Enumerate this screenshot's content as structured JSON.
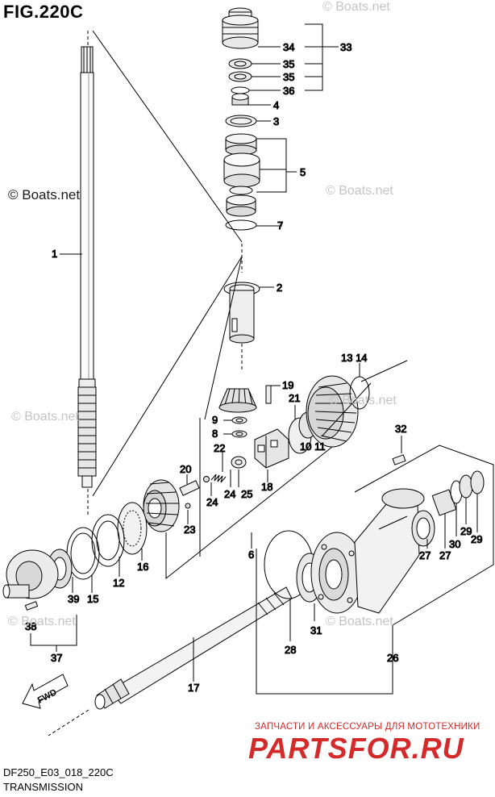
{
  "figure": {
    "title": "FIG.220C",
    "code": "DF250_E03_018_220C",
    "name": "TRANSMISSION"
  },
  "watermarks": {
    "boats": "© Boats.net"
  },
  "brand": {
    "line": "ЗАПЧАСТИ И АКСЕССУАРЫ ДЛЯ МОТОТЕХНИКИ",
    "logo": "PARTSFOR.RU",
    "color": "#d42a2a"
  },
  "fwd_label": "FWD",
  "callouts": [
    {
      "id": "c34",
      "text": "34"
    },
    {
      "id": "c33",
      "text": "33"
    },
    {
      "id": "c35a",
      "text": "35"
    },
    {
      "id": "c35b",
      "text": "35"
    },
    {
      "id": "c36",
      "text": "36"
    },
    {
      "id": "c4",
      "text": "4"
    },
    {
      "id": "c3",
      "text": "3"
    },
    {
      "id": "c5",
      "text": "5"
    },
    {
      "id": "c7",
      "text": "7"
    },
    {
      "id": "c1",
      "text": "1"
    },
    {
      "id": "c2",
      "text": "2"
    },
    {
      "id": "c1314",
      "text": "13 14"
    },
    {
      "id": "c19",
      "text": "19"
    },
    {
      "id": "c21",
      "text": "21"
    },
    {
      "id": "c9",
      "text": "9"
    },
    {
      "id": "c8",
      "text": "8"
    },
    {
      "id": "c1011",
      "text": "10 11"
    },
    {
      "id": "c22",
      "text": "22"
    },
    {
      "id": "c20",
      "text": "20"
    },
    {
      "id": "c24a",
      "text": "24"
    },
    {
      "id": "c25",
      "text": "25"
    },
    {
      "id": "c18",
      "text": "18"
    },
    {
      "id": "c24b",
      "text": "24"
    },
    {
      "id": "c23",
      "text": "23"
    },
    {
      "id": "c32",
      "text": "32"
    },
    {
      "id": "c29a",
      "text": "29"
    },
    {
      "id": "c29b",
      "text": "29"
    },
    {
      "id": "c30",
      "text": "30"
    },
    {
      "id": "c27a",
      "text": "27"
    },
    {
      "id": "c27b",
      "text": "27"
    },
    {
      "id": "c6",
      "text": "6"
    },
    {
      "id": "c16",
      "text": "16"
    },
    {
      "id": "c12",
      "text": "12"
    },
    {
      "id": "c15",
      "text": "15"
    },
    {
      "id": "c39",
      "text": "39"
    },
    {
      "id": "c38",
      "text": "38"
    },
    {
      "id": "c37",
      "text": "37"
    },
    {
      "id": "c31",
      "text": "31"
    },
    {
      "id": "c28",
      "text": "28"
    },
    {
      "id": "c26",
      "text": "26"
    },
    {
      "id": "c17",
      "text": "17"
    }
  ]
}
